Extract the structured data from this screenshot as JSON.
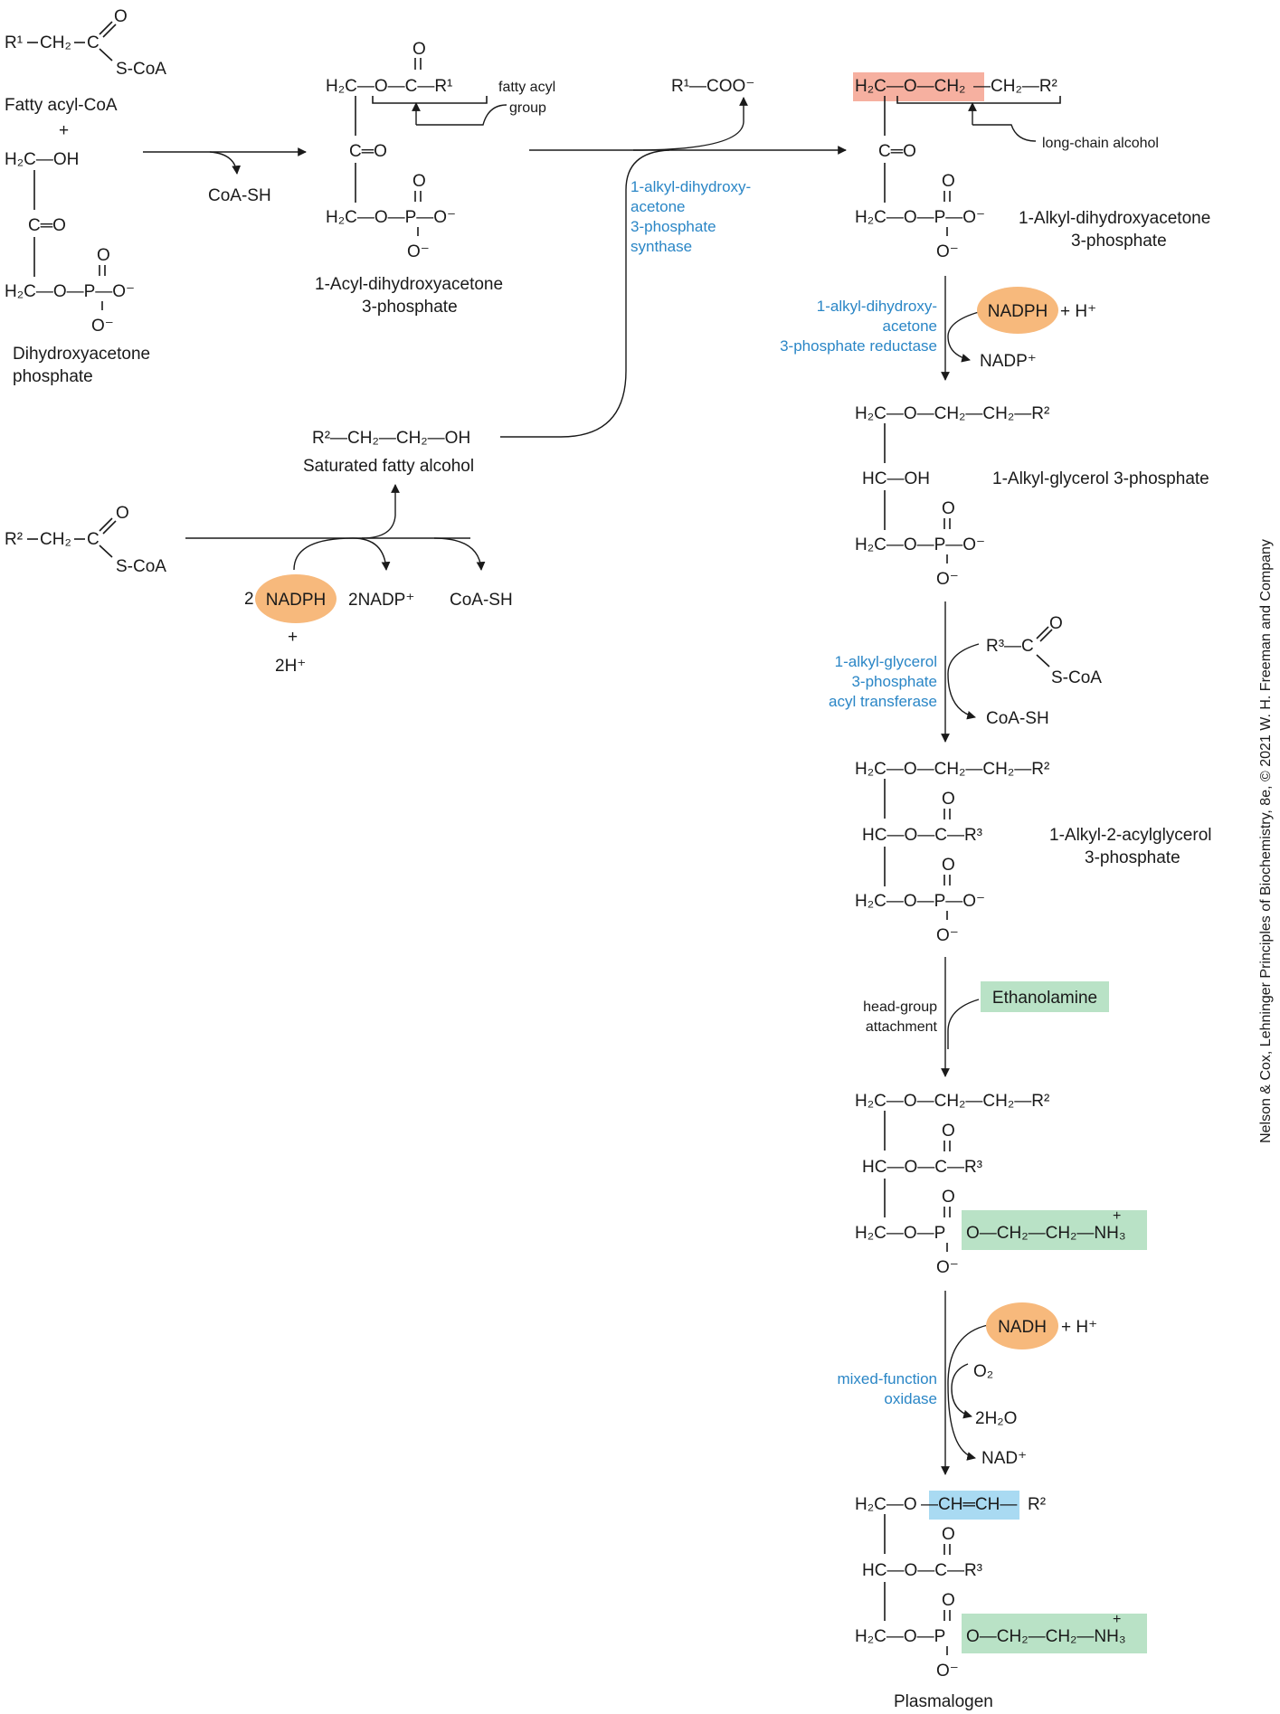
{
  "credit": "Nelson & Cox, Lehninger Principles of Biochemistry, 8e, © 2021 W. H. Freeman and Company",
  "colors": {
    "nadph": "#f7b97c",
    "ethanolamine": "#b9e2c6",
    "alkyl_highlight": "#f6b0a0",
    "vinyl_highlight": "#a9daf2",
    "enzyme_text": "#2a86c6"
  },
  "fatty_acyl_coa": {
    "r1": "R¹",
    "ch2": "CH₂",
    "c": "C",
    "o": "O",
    "scoa": "S-CoA",
    "name": "Fatty acyl-CoA"
  },
  "plus": "+",
  "dhap": {
    "top": "H₂C—OH",
    "mid": "C═O",
    "bottom_c": "H₂C—O—P—O⁻",
    "p_o_top": "O",
    "p_o_bottom": "O⁻",
    "name_line1": "Dihydroxyacetone",
    "name_line2": "phosphate"
  },
  "step1_byproduct": "CoA-SH",
  "acyl_dhap": {
    "top": "H₂C—O—C—R¹",
    "carbonyl_o": "O",
    "mid": "C═O",
    "bottom": "H₂C—O—P—O⁻",
    "p_o_top": "O",
    "p_o_bottom": "O⁻",
    "callout_line1": "fatty acyl",
    "callout_line2": "group",
    "name_line1": "1-Acyl-dihydroxyacetone",
    "name_line2": "3-phosphate"
  },
  "released_acid": "R¹—COO⁻",
  "synthase": {
    "line1": "1-alkyl-dihydroxy-",
    "line2": "acetone",
    "line3": "3-phosphate",
    "line4": "synthase"
  },
  "alkyl_dhap": {
    "top_left": "H₂C—O—CH₂",
    "top_right": "—CH₂—R²",
    "mid": "C═O",
    "bottom": "H₂C—O—P—O⁻",
    "p_o_top": "O",
    "p_o_bottom": "O⁻",
    "callout": "long-chain alcohol",
    "name_line1": "1-Alkyl-dihydroxyacetone",
    "name_line2": "3-phosphate"
  },
  "reductase": {
    "line1": "1-alkyl-dihydroxy-",
    "line2": "acetone",
    "line3": "3-phosphate reductase",
    "cofactor": "NADPH",
    "cofactor_suffix": "+ H⁺",
    "product": "NADP⁺"
  },
  "alkyl_g3p": {
    "top": "H₂C—O—CH₂—CH₂—R²",
    "mid": "HC—OH",
    "bottom": "H₂C—O—P—O⁻",
    "p_o_top": "O",
    "p_o_bottom": "O⁻",
    "name": "1-Alkyl-glycerol 3-phosphate"
  },
  "acyltransferase": {
    "line1": "1-alkyl-glycerol",
    "line2": "3-phosphate",
    "line3": "acyl transferase",
    "r3": "R³—C",
    "o": "O",
    "scoa": "S-CoA",
    "product": "CoA-SH"
  },
  "alkyl_acyl_g3p": {
    "top": "H₂C—O—CH₂—CH₂—R²",
    "mid": "HC—O—C—R³",
    "carbonyl_o": "O",
    "bottom": "H₂C—O—P—O⁻",
    "p_o_top": "O",
    "p_o_bottom": "O⁻",
    "name_line1": "1-Alkyl-2-acylglycerol",
    "name_line2": "3-phosphate"
  },
  "headgroup": {
    "line1": "head-group",
    "line2": "attachment",
    "reagent": "Ethanolamine"
  },
  "intermediate_pe": {
    "top": "H₂C—O—CH₂—CH₂—R²",
    "mid": "HC—O—C—R³",
    "carbonyl_o": "O",
    "bottom": "H₂C—O—P",
    "p_o_top": "O",
    "p_o_bottom": "O⁻",
    "head": "O—CH₂—CH₂—NH₃",
    "plus": "+"
  },
  "oxidase": {
    "line1": "mixed-function",
    "line2": "oxidase",
    "cofactor": "NADH",
    "cofactor_suffix": "+ H⁺",
    "o2": "O₂",
    "h2o": "2H₂O",
    "nad": "NAD⁺"
  },
  "plasmalogen": {
    "top_left": "H₂C—O",
    "vinyl": "—CH═CH—",
    "top_right": "R²",
    "mid": "HC—O—C—R³",
    "carbonyl_o": "O",
    "bottom": "H₂C—O—P",
    "p_o_top": "O",
    "p_o_bottom": "O⁻",
    "head": "O—CH₂—CH₂—NH₃",
    "plus": "+",
    "name": "Plasmalogen"
  },
  "fatty_alcohol": {
    "formula": "R²—CH₂—CH₂—OH",
    "name": "Saturated fatty alcohol"
  },
  "acyl_coa_2": {
    "r2": "R²",
    "ch2": "CH₂",
    "c": "C",
    "o": "O",
    "scoa": "S-CoA"
  },
  "alcohol_formation": {
    "nadph_prefix": "2",
    "nadph": "NADPH",
    "nadp": "2NADP⁺",
    "coash": "CoA-SH",
    "plus": "+",
    "h": "2H⁺"
  }
}
